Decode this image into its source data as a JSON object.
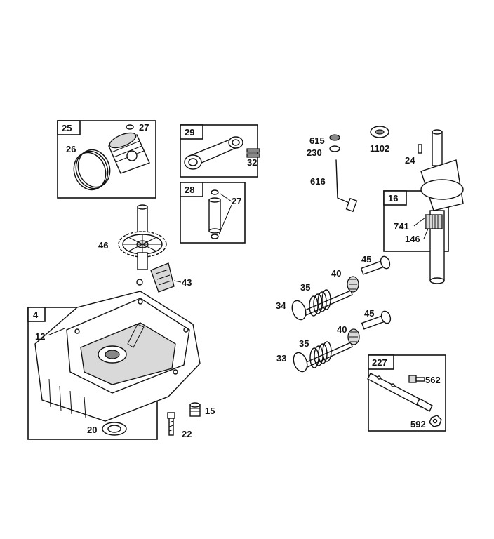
{
  "labels": {
    "box_4": "4",
    "box_16": "16",
    "box_25": "25",
    "box_28": "28",
    "box_29": "29",
    "box_227": "227",
    "p12": "12",
    "p15": "15",
    "p20": "20",
    "p22": "22",
    "p24": "24",
    "p26": "26",
    "p27a": "27",
    "p27b": "27",
    "p32": "32",
    "p33": "33",
    "p34": "34",
    "p35a": "35",
    "p35b": "35",
    "p40a": "40",
    "p40b": "40",
    "p43": "43",
    "p45a": "45",
    "p45b": "45",
    "p46": "46",
    "p146": "146",
    "p230": "230",
    "p562": "562",
    "p592": "592",
    "p615": "615",
    "p616": "616",
    "p741": "741",
    "p1102": "1102"
  }
}
